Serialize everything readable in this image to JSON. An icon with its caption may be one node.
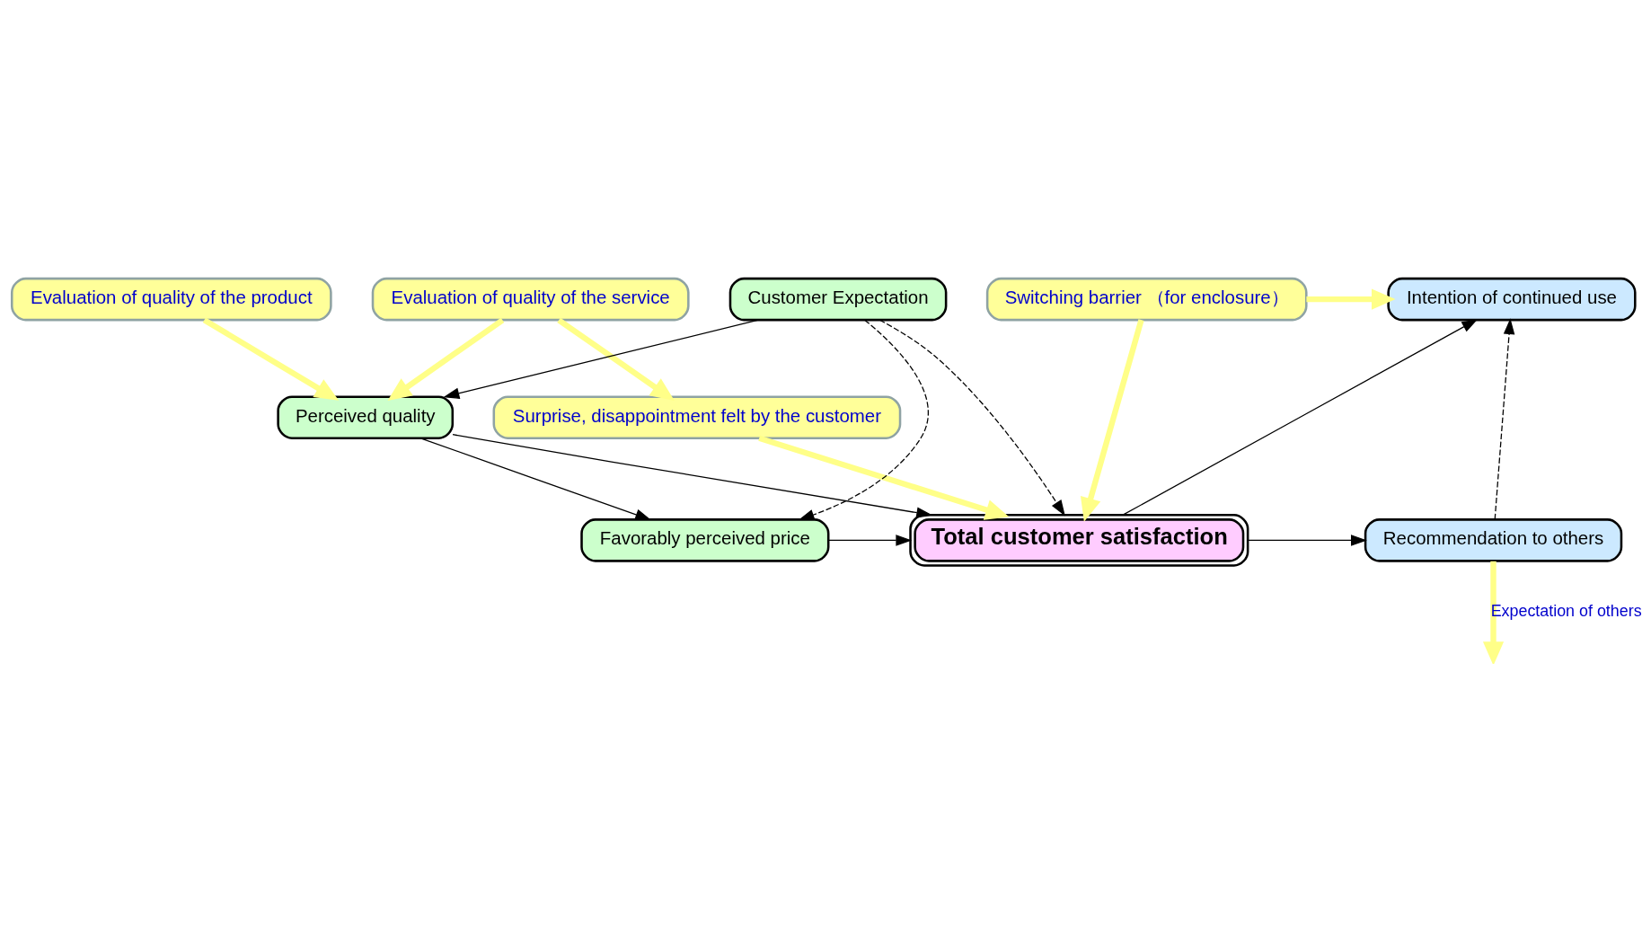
{
  "diagram": {
    "nodes": [
      {
        "text": [
          "Evaluation of quality of the product"
        ]
      },
      {
        "text": [
          "Evaluation of quality of the service"
        ]
      },
      {
        "text": [
          "Surprise, disappointment felt by the customer"
        ]
      },
      {
        "text": [
          "Perceived quality"
        ]
      },
      {
        "text": [
          "Favorably perceived price"
        ]
      },
      {
        "text": [
          "Customer Expectation"
        ]
      },
      {
        "text": [
          "Total customer satisfaction"
        ]
      },
      {
        "text": [
          "Recommendation to others"
        ]
      },
      {
        "text": [
          "Intention of continued use"
        ]
      },
      {
        "text": [
          "Switching barrier （for enclosure）"
        ]
      }
    ],
    "edges": [
      {
        "from": 0,
        "to": 3,
        "arrow": "to",
        "style": "thick",
        "color": "#ffff88"
      },
      {
        "from": 1,
        "to": 3,
        "arrow": "to",
        "style": "thick",
        "color": "#ffff88"
      },
      {
        "from": 1,
        "to": 2,
        "arrow": "to",
        "style": "thick",
        "color": "#ffff88"
      },
      {
        "from": 2,
        "to": 6,
        "arrow": "to",
        "style": "thick",
        "color": "#ffff88"
      },
      {
        "from": 3,
        "to": 6,
        "arrow": "to"
      },
      {
        "from": 3,
        "to": 4,
        "arrow": "to"
      },
      {
        "from": 5,
        "to": 3,
        "arrow": "to"
      },
      {
        "from": 4,
        "to": 6,
        "arrow": "to"
      },
      {
        "from": 5,
        "to": 4,
        "arrow": "to",
        "style": "dashed"
      },
      {
        "from": 5,
        "to": 6,
        "arrow": "to",
        "style": "dashed"
      },
      {
        "from": 6,
        "to": 7,
        "arrow": "to"
      },
      {
        "from": 6,
        "to": 8,
        "arrow": "to"
      },
      {
        "from": 7,
        "to": 8,
        "arrow": "to",
        "style": "dashed"
      },
      {
        "from": 9,
        "to": 6,
        "arrow": "to",
        "style": "thick",
        "color": "#ffff88"
      },
      {
        "from": 9,
        "to": 8,
        "arrow": "to",
        "style": "thick",
        "color": "#ffff88"
      },
      {
        "from": 7,
        "to": null,
        "label": "Expectation of others",
        "arrow": "to",
        "style": "thick",
        "color": "#ffff88"
      }
    ]
  }
}
